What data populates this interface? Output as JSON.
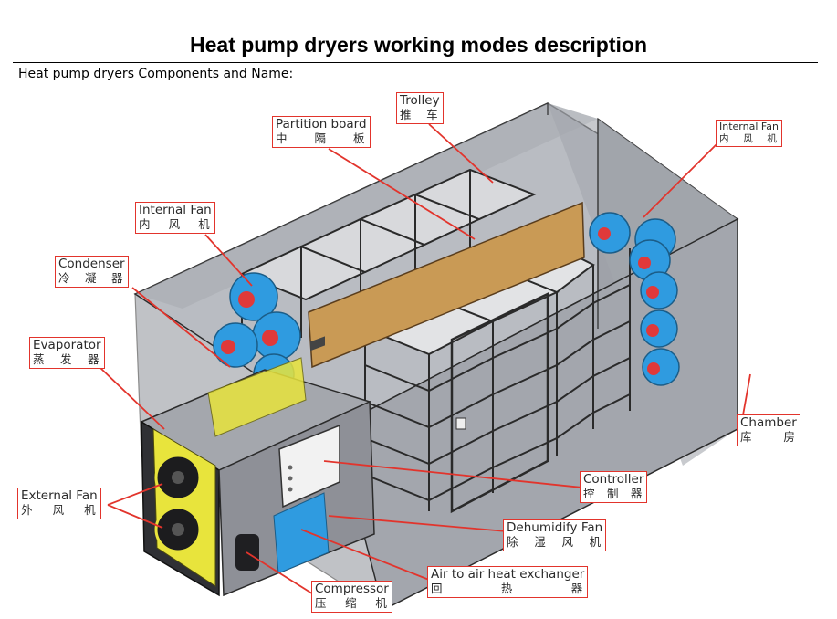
{
  "header": {
    "title": "Heat pump dryers working modes description",
    "subtitle": "Heat pump dryers Components and Name:"
  },
  "labels": {
    "trolley": {
      "en": "Trolley",
      "cn": "推 车"
    },
    "partition_board": {
      "en": "Partition board",
      "cn": "中 隔 板"
    },
    "internal_fan_right": {
      "en": "Internal Fan",
      "cn": "内 风 机"
    },
    "internal_fan_left": {
      "en": "Internal Fan",
      "cn": "内 风 机"
    },
    "condenser": {
      "en": "Condenser",
      "cn": "冷 凝 器"
    },
    "evaporator": {
      "en": "Evaporator",
      "cn": "蒸 发 器"
    },
    "chamber": {
      "en": "Chamber",
      "cn": "库 房"
    },
    "external_fan": {
      "en": "External Fan",
      "cn": "外 风 机"
    },
    "controller": {
      "en": "Controller",
      "cn": "控 制 器"
    },
    "dehumidify_fan": {
      "en": "Dehumidify Fan",
      "cn": "除 湿 风 机"
    },
    "air_to_air": {
      "en": "Air to air heat exchanger",
      "cn": "回 热 器"
    },
    "compressor": {
      "en": "Compressor",
      "cn": "压 缩 机"
    }
  },
  "colors": {
    "label_border": "#e2342c",
    "leader_line": "#e2342c",
    "chamber_fill": "#a9acb3",
    "fan_blue": "#2f9be0",
    "partition_board": "#c99a55",
    "evaporator_yellow": "#e8e43c",
    "frame": "#2b2b2b"
  }
}
